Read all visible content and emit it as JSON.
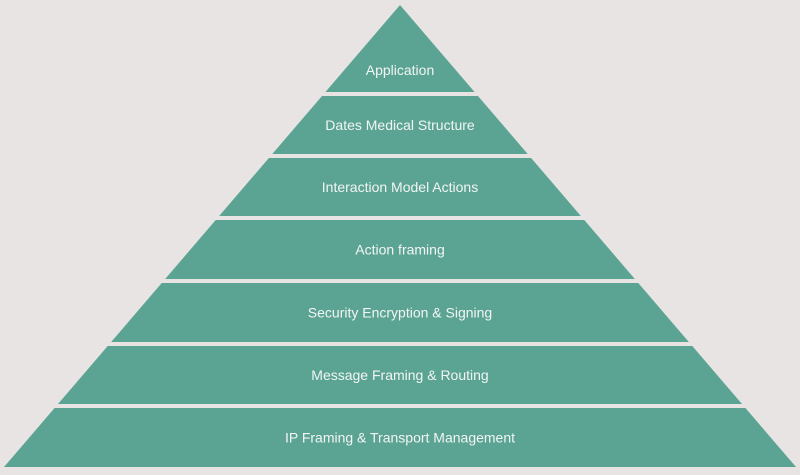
{
  "diagram": {
    "type": "pyramid",
    "colors": {
      "fill": "#5ba493",
      "background": "#e8e4e4",
      "text": "#f2f5f4"
    },
    "layers": [
      {
        "label": "Application"
      },
      {
        "label": "Dates Medical Structure"
      },
      {
        "label": "Interaction Model Actions"
      },
      {
        "label": "Action framing"
      },
      {
        "label": "Security Encryption & Signing"
      },
      {
        "label": "Message Framing & Routing"
      },
      {
        "label": "IP Framing & Transport Management"
      }
    ]
  }
}
